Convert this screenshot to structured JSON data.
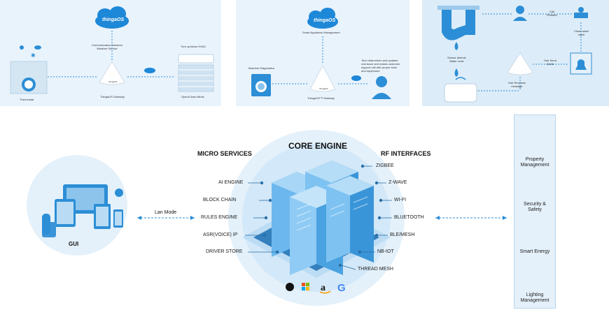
{
  "panel1": {
    "brand": "thingaOS",
    "comm": "Communication between\nWeather Service",
    "hvac": "Turn up/down HVAC",
    "thermostat": "Thermostat",
    "gateway": "ThingaOS Gateway",
    "blinds": "Open/Close blinds",
    "node": "thingaOS"
  },
  "panel2": {
    "brand": "thingaOS",
    "sam": "Smart Appliance Management",
    "diag": "Machine Diagnostics",
    "tech": "Tech determines and updates\nreal issue and makes customer\nsupport call with proper tools\nand equipment",
    "gateway": "ThingaOS™ Gateway",
    "node": "thingaOS"
  },
  "panel3": {
    "call": "Call\nPlumber",
    "close": "Close water\nvalve",
    "sensor": "Sensor detects\nWater Leak",
    "hubsend": "Hub Send\nAlerts",
    "hubrecv": "Hub Receives\nmessage"
  },
  "diagram": {
    "core_title": "CORE ENGINE",
    "micro_title": "MICRO SERVICES",
    "rf_title": "RF INTERFACES",
    "micro": [
      "AI ENGINE",
      "BLOCK CHAIN",
      "RULES ENGINE",
      "ASR(VOICE) IP",
      "DRIVER STORE"
    ],
    "rf": [
      "ZIGBEE",
      "Z-WAVE",
      "WI-FI",
      "BLUETOOTH",
      "BLE/MESH",
      "NB-IOT",
      "THREAD MESH"
    ],
    "gui": "GUI",
    "lan": "Lan Mode"
  },
  "right": {
    "items": [
      "Property\nManagement",
      "Security &\nSafety",
      "Smart Energy",
      "Lighting\nManagement"
    ]
  },
  "colors": {
    "accent": "#2c8ed6",
    "panel": "#e9f3fc",
    "circle": "#d6eaf9",
    "server": "#5fb0e8"
  }
}
